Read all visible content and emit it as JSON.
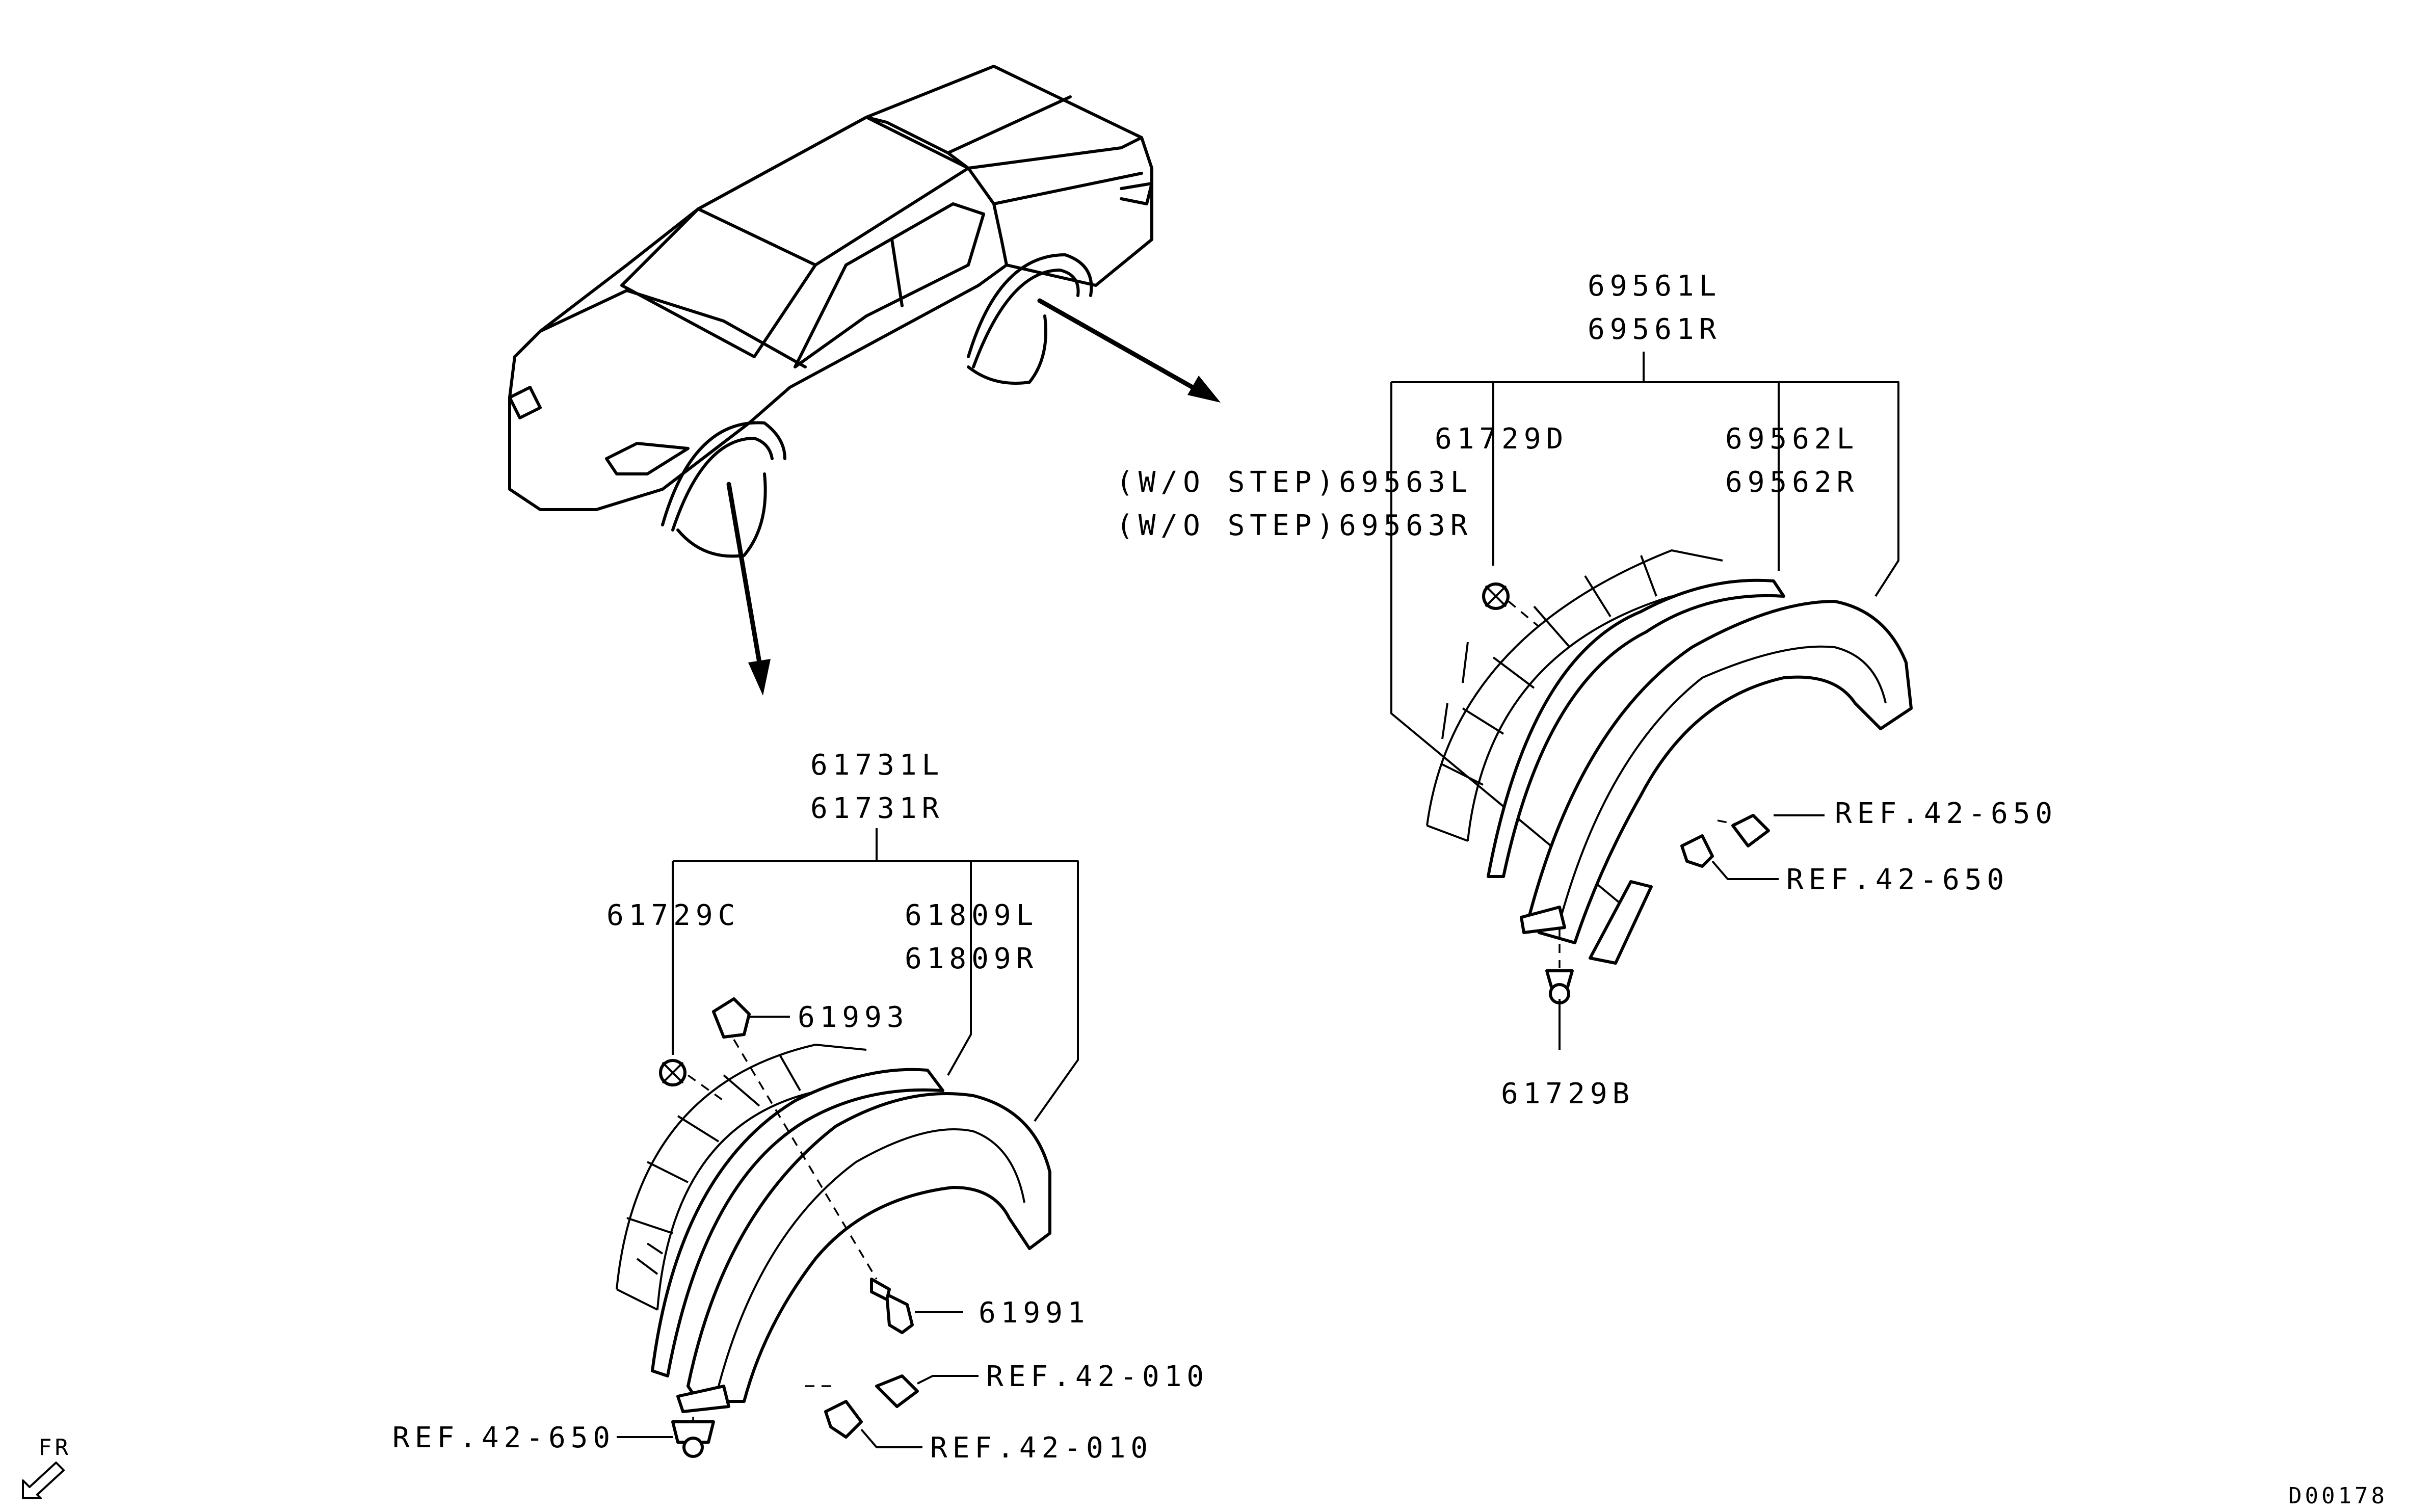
{
  "labels": {
    "p69561L": "69561L",
    "p69561R": "69561R",
    "p61729D": "61729D",
    "p69562L": "69562L",
    "p69562R": "69562R",
    "p69563L": "(W/O STEP)69563L",
    "p69563R": "(W/O STEP)69563R",
    "ref650_a": "REF.42-650",
    "ref650_b": "REF.42-650",
    "p61729B": "61729B",
    "p61731L": "61731L",
    "p61731R": "61731R",
    "p61729C": "61729C",
    "p61809L": "61809L",
    "p61809R": "61809R",
    "p61993": "61993",
    "p61991": "61991",
    "ref010_a": "REF.42-010",
    "ref010_b": "REF.42-010",
    "ref650_c": "REF.42-650",
    "fr": "FR",
    "code": "D00178"
  },
  "icons": {
    "front": "front-direction-arrow-icon"
  }
}
